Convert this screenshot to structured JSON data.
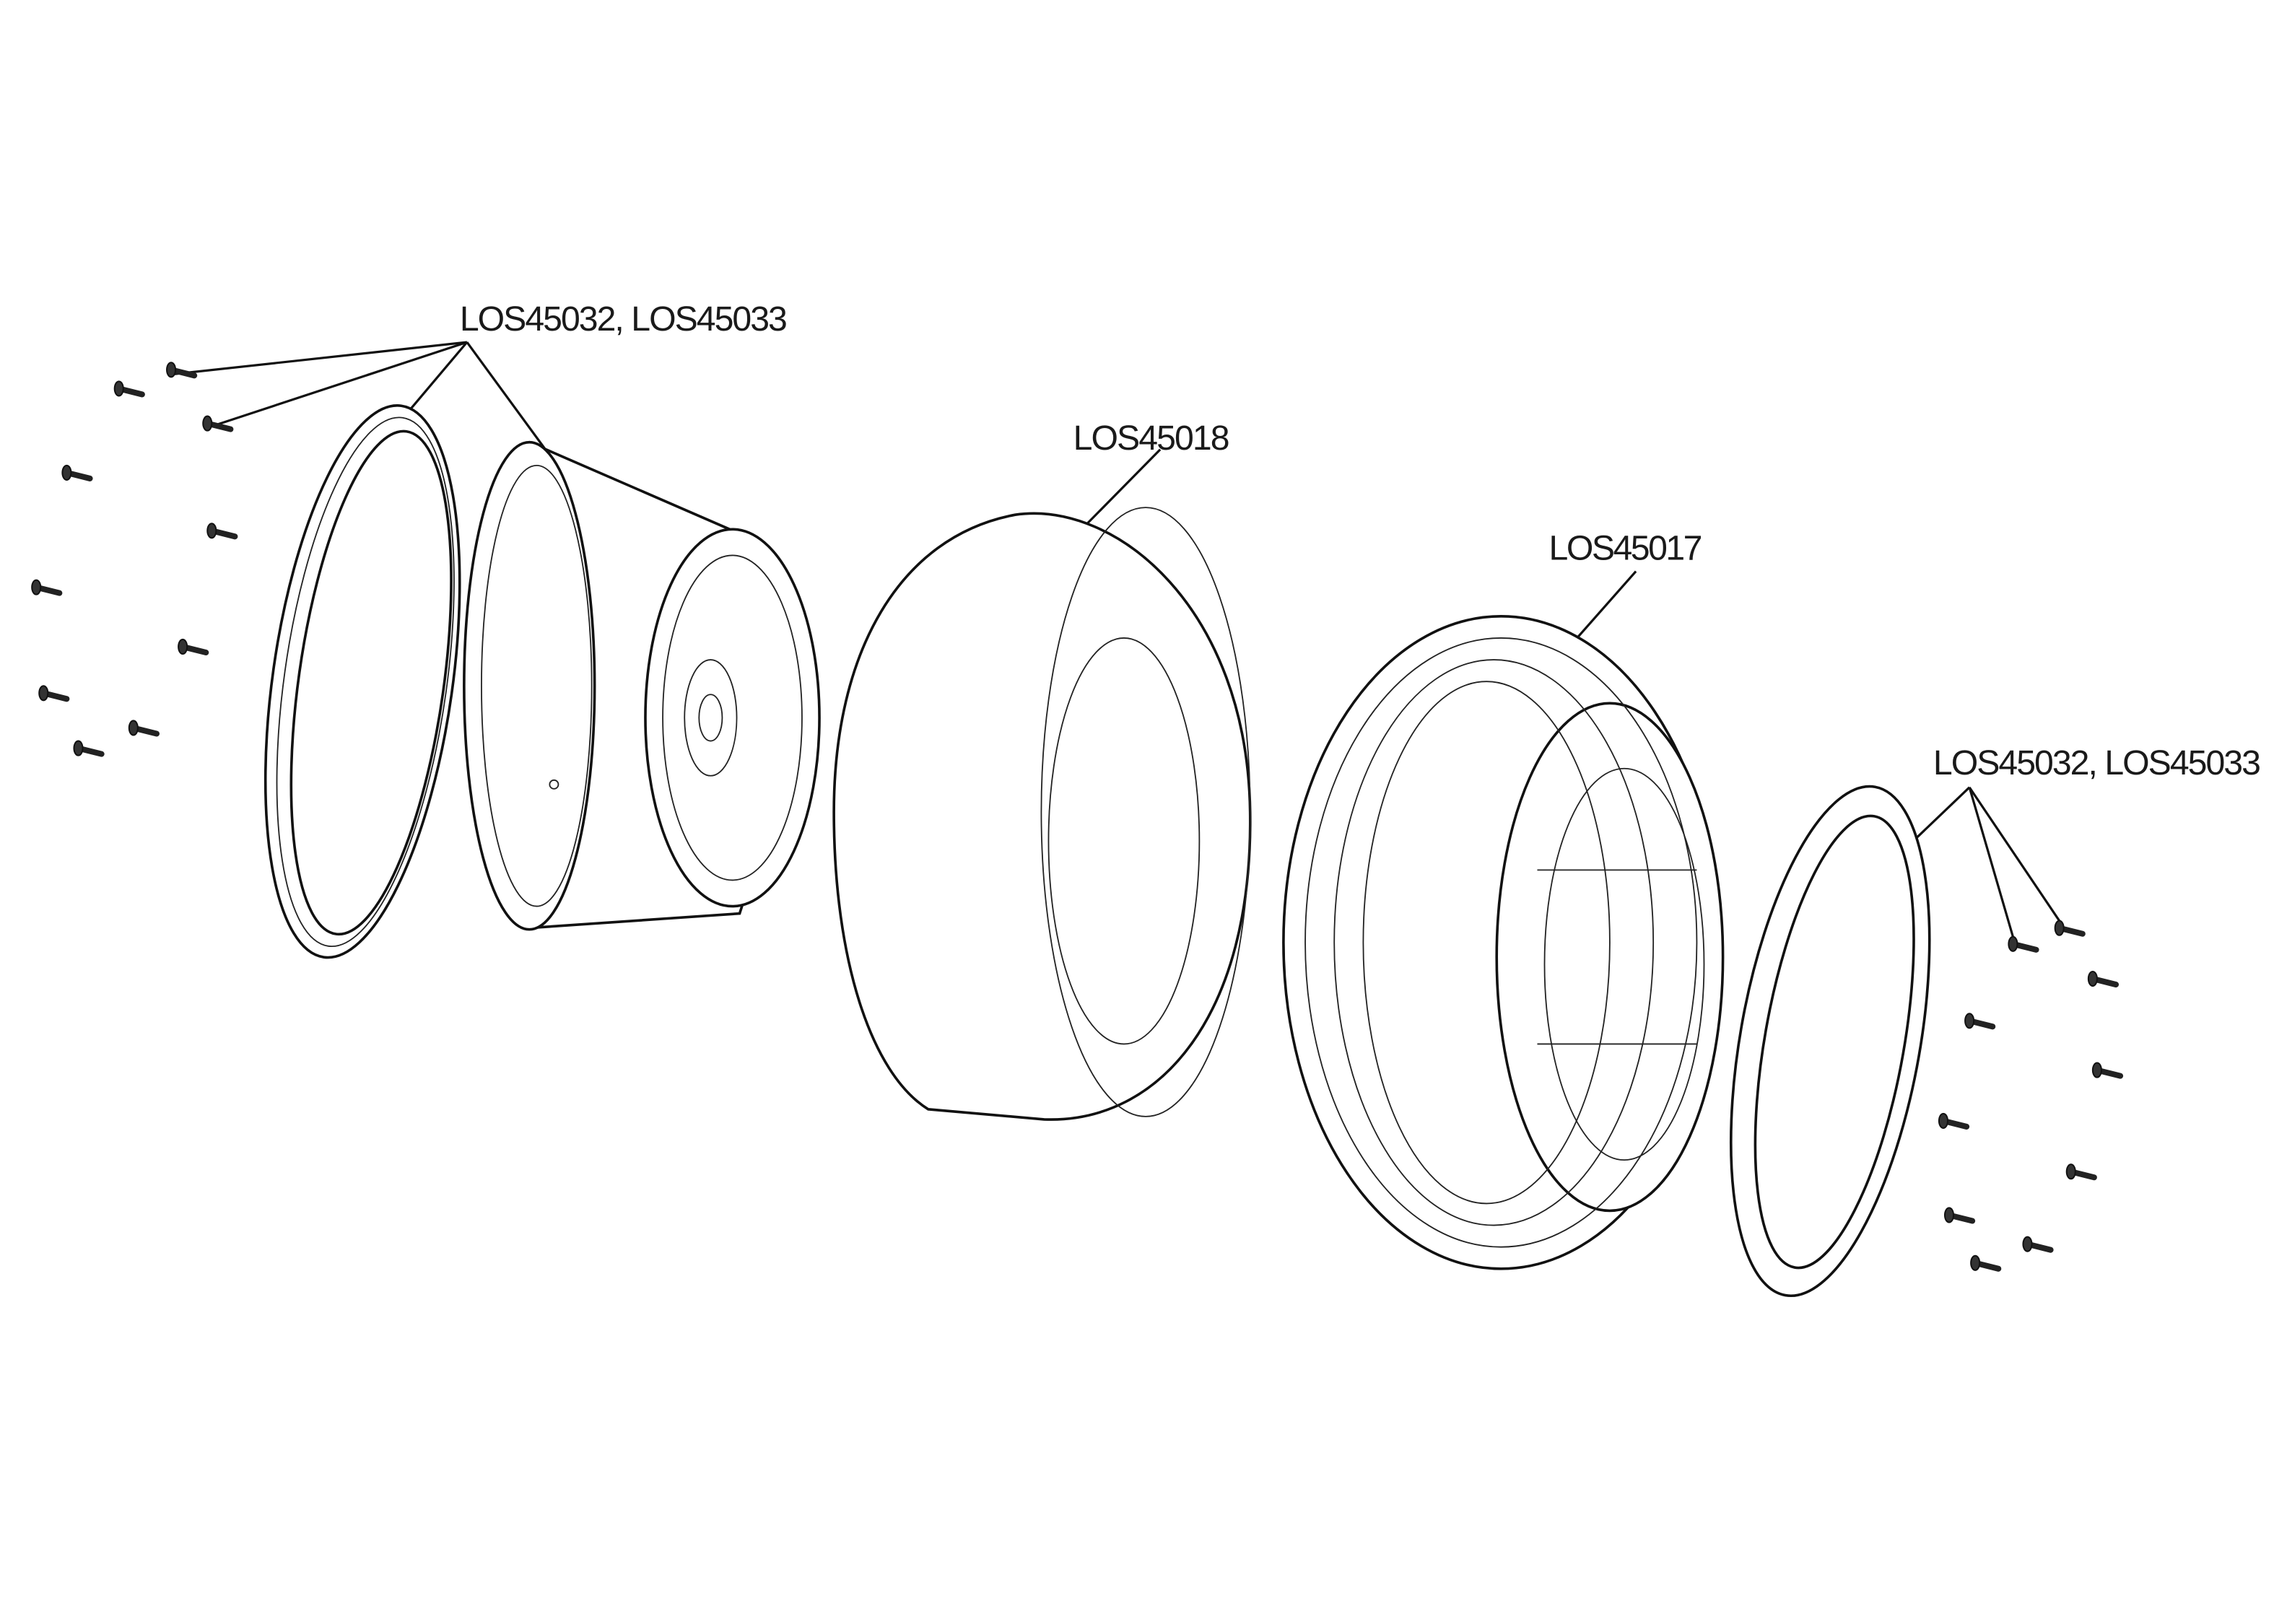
{
  "diagram": {
    "labels": {
      "bead_lock_left": "LOS45032, LOS45033",
      "foam_insert": "LOS45018",
      "tire": "LOS45017",
      "bead_lock_right": "LOS45032, LOS45033"
    }
  }
}
